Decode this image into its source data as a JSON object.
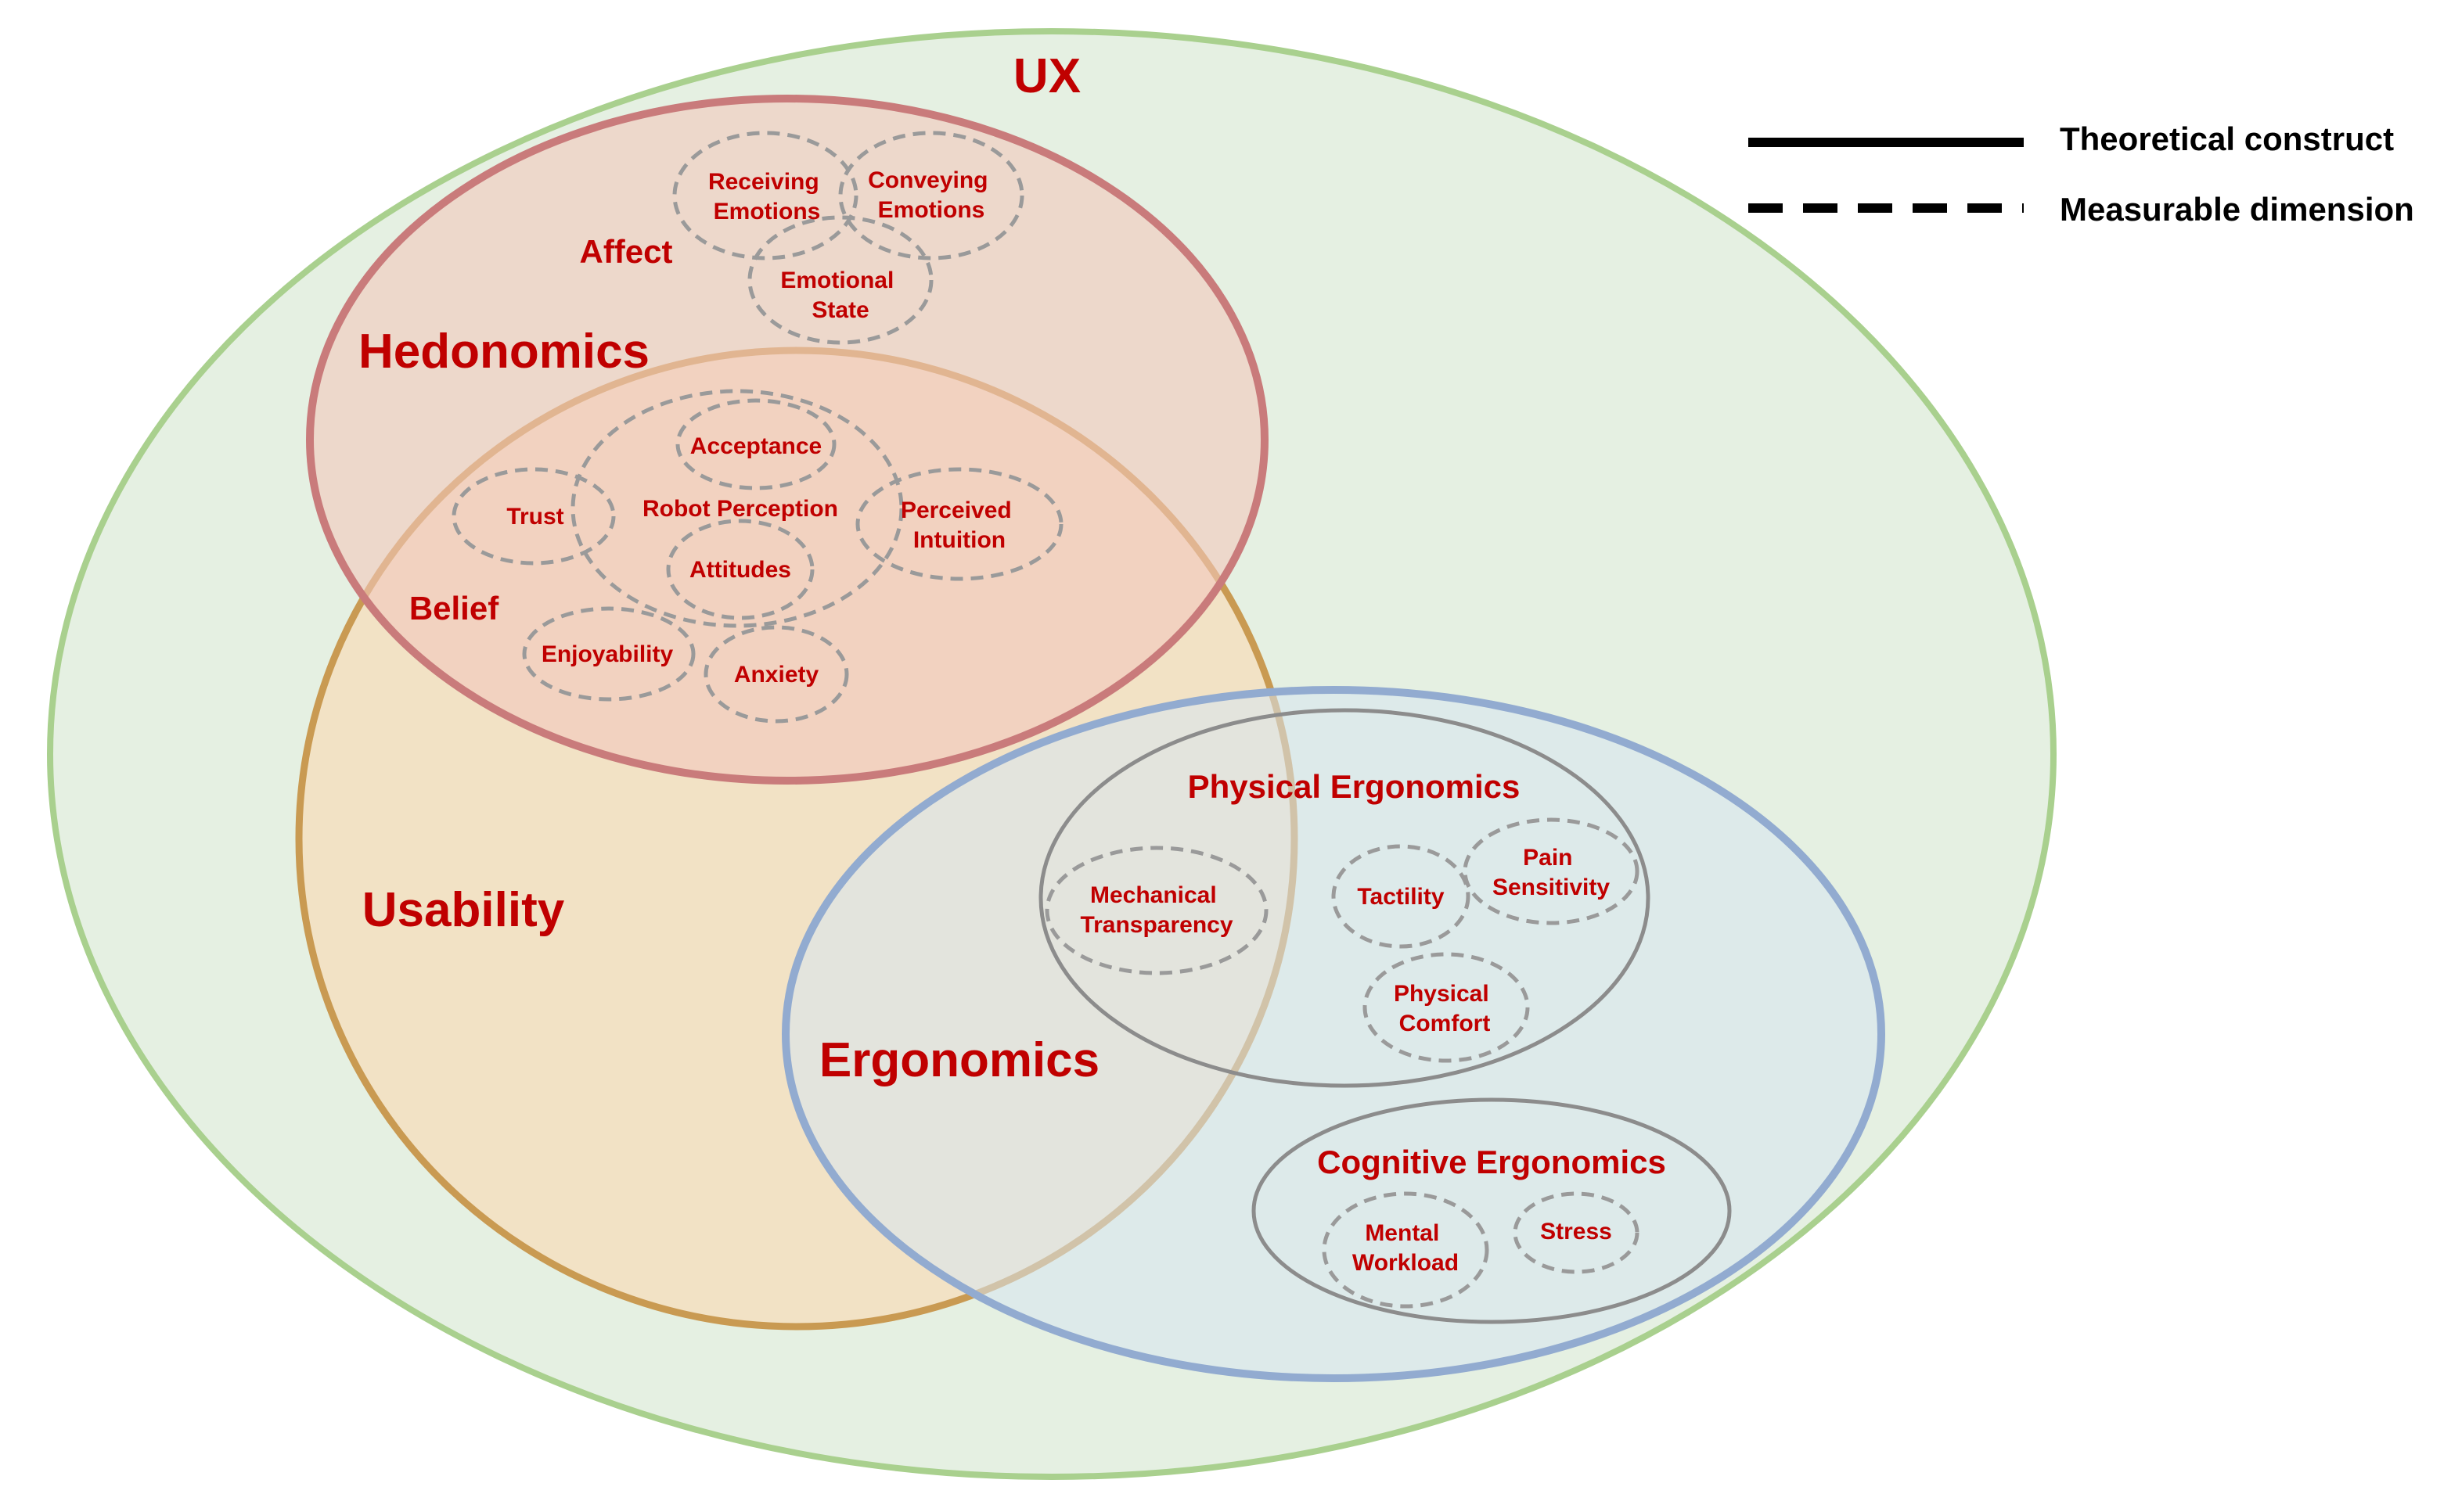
{
  "colors": {
    "label": "#c00000",
    "ux_fill": "#e5f0e2",
    "ux_stroke": "#a9d08e",
    "usability_fill": "#f4dfbf",
    "usability_stroke": "#c99a52",
    "hedonomics_fill": "#f1c8bd",
    "hedonomics_stroke": "#c97b7b",
    "ergonomics_fill": "#d7e5f1",
    "ergonomics_stroke": "#92abd0",
    "construct_stroke": "#8c8c8c",
    "dimension_stroke": "#9a9a9a"
  },
  "legend": {
    "theoretical": "Theoretical construct",
    "measurable": "Measurable dimension"
  },
  "constructs": {
    "ux": "UX",
    "hedonomics": "Hedonomics",
    "affect": "Affect",
    "belief": "Belief",
    "usability": "Usability",
    "ergonomics": "Ergonomics",
    "physical_ergonomics": "Physical Ergonomics",
    "cognitive_ergonomics": "Cognitive Ergonomics",
    "robot_perception": "Robot Perception"
  },
  "dimensions": {
    "receiving_emotions": [
      "Receiving",
      "Emotions"
    ],
    "conveying_emotions": [
      "Conveying",
      "Emotions"
    ],
    "emotional_state": [
      "Emotional",
      "State"
    ],
    "acceptance": "Acceptance",
    "trust": "Trust",
    "attitudes": "Attitudes",
    "perceived_intuition": [
      "Perceived",
      "Intuition"
    ],
    "enjoyability": "Enjoyability",
    "anxiety": "Anxiety",
    "mechanical_transparency": [
      "Mechanical",
      "Transparency"
    ],
    "tactility": "Tactility",
    "pain_sensitivity": [
      "Pain",
      "Sensitivity"
    ],
    "physical_comfort": [
      "Physical",
      "Comfort"
    ],
    "mental_workload": [
      "Mental",
      "Workload"
    ],
    "stress": "Stress"
  }
}
